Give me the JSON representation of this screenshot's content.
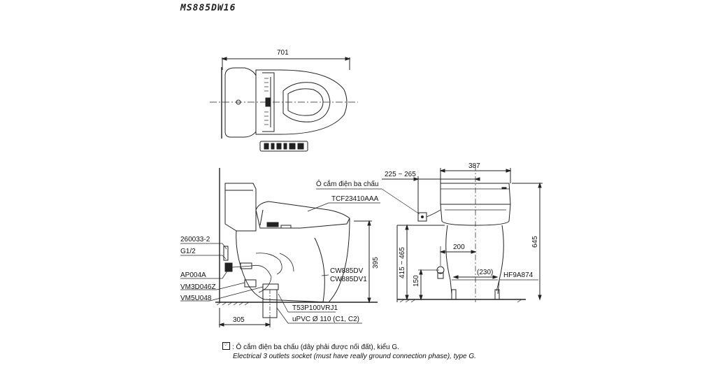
{
  "header": {
    "model_code": "MS885DW16"
  },
  "top_view": {
    "width_dim": "701"
  },
  "side_view": {
    "labels": {
      "socket": "Ô cắm điện ba chấu",
      "seat": "TCF23410AAA",
      "valve_a": "260033-2",
      "valve_b": "G1/2",
      "supply": "AP004A",
      "part_a": "VM3D046Z",
      "part_b": "VM5U048",
      "bowl_a": "CW885DV",
      "bowl_b": "CW885DV1",
      "flange": "T53P100VRJ1",
      "pipe": "uPVC Ø 110 (C1, C2)"
    },
    "dims": {
      "rough_in": "305",
      "bowl_height": "395"
    }
  },
  "front_view": {
    "labels": {
      "bolt": "HF9A874"
    },
    "dims": {
      "socket_offset": "225 ~ 265",
      "width": "387",
      "height": "645",
      "supply_height": "415 ~ 465",
      "supply_offset": "200",
      "bolt_spacing": "(230)",
      "bolt_height": "150"
    }
  },
  "footnote": {
    "vi": ": Ô cắm điện ba chấu (dây phải được nối đất), kiểu G.",
    "en": "Electrical 3 outlets socket (must have really ground connection phase), type G."
  }
}
